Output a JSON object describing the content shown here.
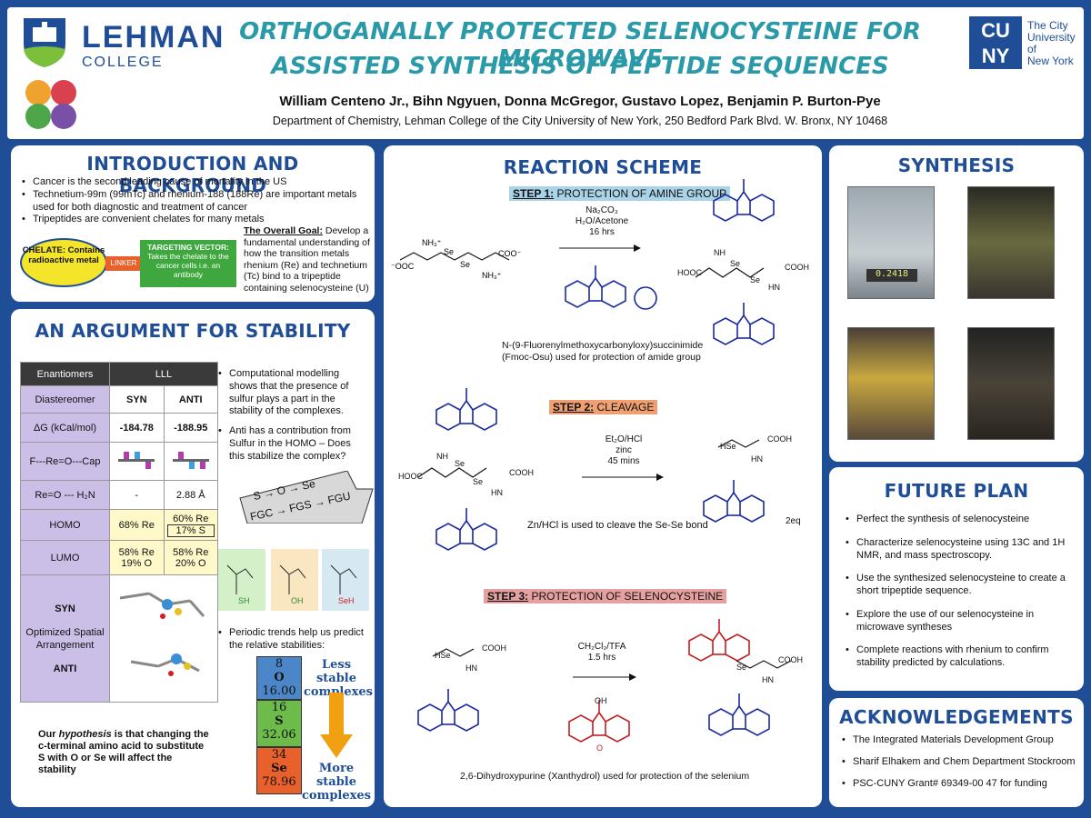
{
  "header": {
    "college_name": "LEHMAN",
    "college_sub": "COLLEGE",
    "title_line1": "ORTHOGANALLY PROTECTED SELENOCYSTEINE FOR MICROWAVE",
    "title_line2": "ASSISTED SYNTHESIS OF PEPTIDE SEQUENCES",
    "authors": "William Centeno Jr., Bihn Ngyuen, Donna McGregor, Gustavo Lopez, Benjamin P. Burton-Pye",
    "department": "Department of Chemistry, Lehman College of the City University of New York, 250 Bedford Park Blvd. W. Bronx, NY 10468",
    "cuny_logo": "CUNY",
    "cuny_text": [
      "The City",
      "University",
      "of",
      "New York"
    ]
  },
  "intro": {
    "title": "INTRODUCTION AND BACKGROUND",
    "bullets": [
      "Cancer is the second leading cause of mortality in the US",
      "Technetium-99m (99mTc) and rhenium-188 (188Re) are important metals used for both diagnostic and treatment of cancer",
      "Tripeptides are convenient chelates for many metals"
    ],
    "chelate": "CHELATE: Contains radioactive metal",
    "linker": "LINKER",
    "targeting": "TARGETING VECTOR:",
    "targeting_desc": "Takes the chelate to the cancer cells i.e. an antibody",
    "goal_label": "The Overall Goal:",
    "goal_text": "Develop a fundamental understanding of how the transition metals rhenium (Re) and technetium (Tc) bind to a tripeptide containing selenocysteine (U)"
  },
  "stability": {
    "title": "AN ARGUMENT FOR STABILITY",
    "table": {
      "h1": "Enantiomers",
      "h2": "LLL",
      "r_dia": "Diastereomer",
      "syn": "SYN",
      "anti": "ANTI",
      "r_dg": "ΔG (kCal/mol)",
      "dg_syn": "-184.78",
      "dg_anti": "-188.95",
      "r_cap": "F---Re=O---Cap",
      "r_h2n": "Re=O --- H₂N",
      "h2n_syn": "-",
      "h2n_anti": "2.88 Å",
      "r_homo": "HOMO",
      "homo_syn": "68% Re",
      "homo_anti1": "60% Re",
      "homo_anti2": "17% S",
      "r_lumo": "LUMO",
      "lumo_syn1": "58% Re",
      "lumo_syn2": "19% O",
      "lumo_anti1": "58% Re",
      "lumo_anti2": "20% O",
      "r_syn": "SYN",
      "r_opt": "Optimized Spatial Arrangement",
      "r_anti": "ANTI"
    },
    "bullets": [
      "Computational modelling shows that the presence of sulfur plays a part in the stability of the complexes.",
      "Anti has a contribution from Sulfur in the HOMO – Does this stabilize the complex?"
    ],
    "arrow_top": "S → O → Se",
    "arrow_bottom": "FGC → FGS → FGU",
    "periodic_bullet": "Periodic trends help us predict the relative stabilities:",
    "elements": [
      {
        "num": "8",
        "sym": "O",
        "mass": "16.00",
        "color": "#4a86c8"
      },
      {
        "num": "16",
        "sym": "S",
        "mass": "32.06",
        "color": "#6dbb4a"
      },
      {
        "num": "34",
        "sym": "Se",
        "mass": "78.96",
        "color": "#e8602c"
      }
    ],
    "less_stable": "Less stable complexes",
    "more_stable": "More stable complexes",
    "hypothesis_pre": "Our ",
    "hypothesis_em": "hypothesis",
    "hypothesis_post": " is that changing the c-terminal amino acid to substitute S with O or Se will affect the stability",
    "aa_labels": [
      "SH",
      "OH",
      "SeH"
    ]
  },
  "reaction": {
    "title": "REACTION SCHEME",
    "step1_label": "STEP 1:",
    "step1_text": " PROTECTION OF  AMINE GROUP",
    "step1_reagents": [
      "Na₂CO₃",
      "H₂O/Acetone",
      "16 hrs"
    ],
    "step1_caption": "N-(9-Fluorenylmethoxycarbonyloxy)succinimide (Fmoc-Osu) used for protection of amide group",
    "step2_label": "STEP 2:",
    "step2_text": " CLEAVAGE",
    "step2_reagents": [
      "Et₂O/HCl",
      "zinc",
      "45 mins"
    ],
    "step2_caption": "Zn/HCl is used to cleave the Se-Se bond",
    "step2_eq": "2eq",
    "step3_label": "STEP 3:",
    "step3_text": " PROTECTION OF SELENOCYSTEINE",
    "step3_reagents": [
      "CH₂Cl₂/TFA",
      "1.5 hrs"
    ],
    "step3_caption": "2,6-Dihydroxypurine (Xanthydrol) used for protection of the selenium"
  },
  "synthesis": {
    "title": "SYNTHESIS",
    "balance_reading": "0.2418"
  },
  "future": {
    "title": "FUTURE PLAN",
    "items": [
      "Perfect the synthesis of selenocysteine",
      "Characterize selenocysteine using 13C and 1H NMR, and mass spectroscopy.",
      "Use the synthesized selenocysteine to create a short tripeptide sequence.",
      "Explore the use of our selenocysteine in microwave syntheses",
      "Complete reactions with rhenium to confirm stability predicted by calculations."
    ]
  },
  "ack": {
    "title": "ACKNOWLEDGEMENTS",
    "items": [
      "The Integrated Materials Development Group",
      "Sharif Elhakem and Chem Department Stockroom",
      "PSC-CUNY Grant# 69349-00 47 for funding"
    ]
  }
}
